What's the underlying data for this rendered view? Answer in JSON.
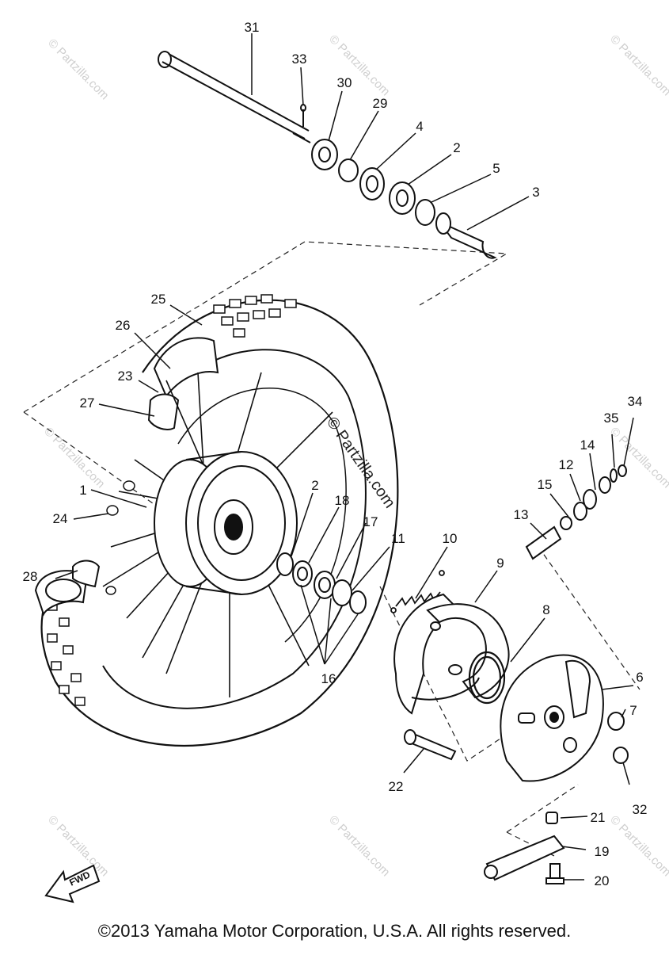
{
  "diagram": {
    "callouts": [
      "1",
      "2",
      "3",
      "4",
      "5",
      "6",
      "7",
      "8",
      "9",
      "10",
      "11",
      "12",
      "13",
      "14",
      "15",
      "16",
      "17",
      "18",
      "19",
      "20",
      "21",
      "22",
      "23",
      "24",
      "25",
      "26",
      "27",
      "28",
      "29",
      "30",
      "31",
      "32",
      "33",
      "34",
      "35"
    ],
    "repeat_callout": "2",
    "fwd_label": "FWD"
  },
  "watermark": "© Partzilla.com",
  "footer": {
    "copyright": "©2013 Yamaha Motor Corporation, U.S.A. All rights reserved."
  }
}
